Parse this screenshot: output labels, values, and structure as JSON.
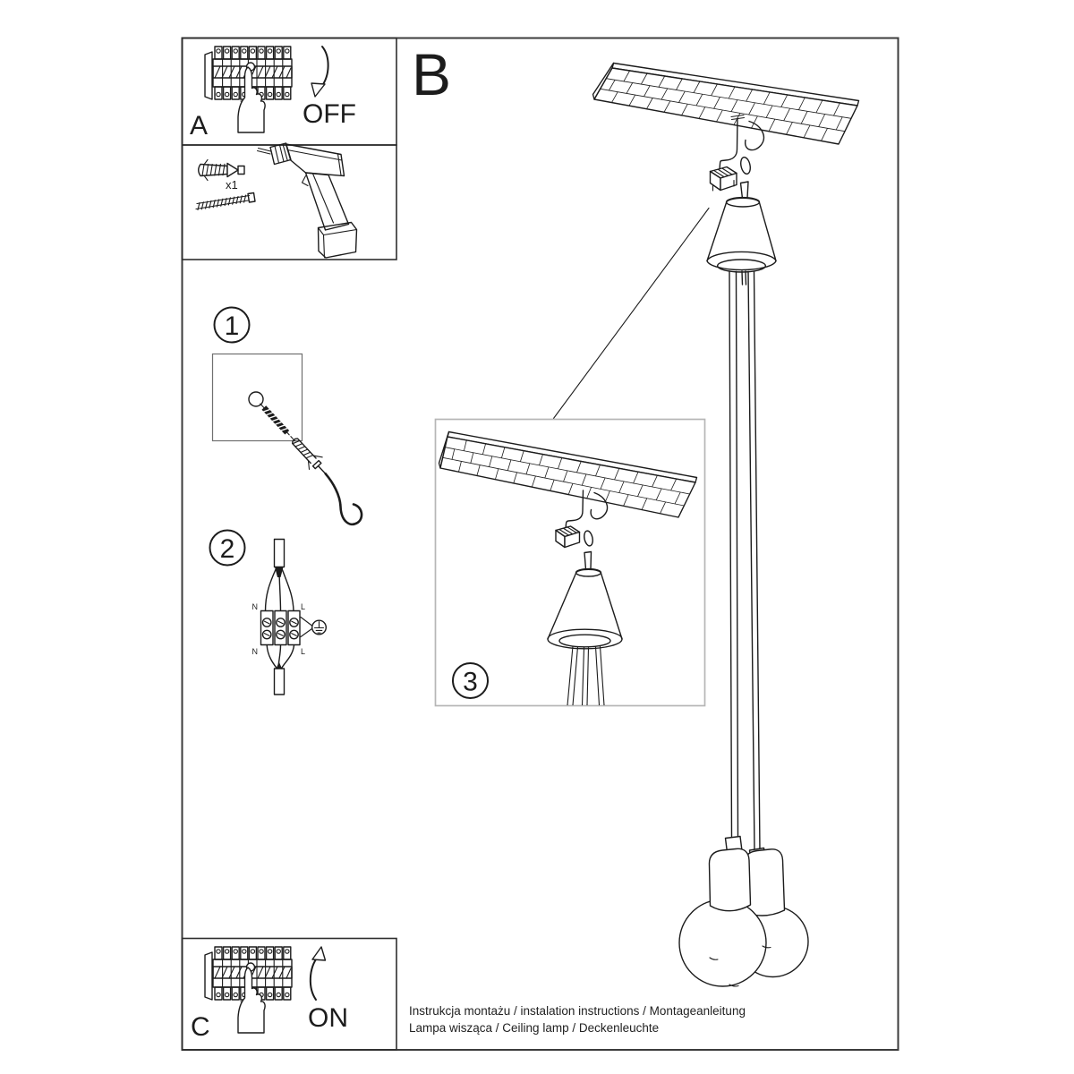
{
  "colors": {
    "ink": "#1c1c1c",
    "outer_border": "#3c3c3c",
    "inset_border": "#b6b6b6",
    "step_square_border": "#707070"
  },
  "panel_a": {
    "label": "A",
    "state": "OFF"
  },
  "tools": {
    "count": "x1"
  },
  "step1": {
    "number": "1"
  },
  "step2": {
    "number": "2",
    "labels": {
      "n_top": "N",
      "l_top": "L",
      "n_bottom": "N",
      "l_bottom": "L"
    }
  },
  "section_b": {
    "label": "B"
  },
  "detail": {
    "number": "3"
  },
  "panel_c": {
    "label": "C",
    "state": "ON"
  },
  "footer": {
    "line1": "Instrukcja montażu / instalation instructions / Montageanleitung",
    "line2": "Lampa wisząca / Ceiling lamp / Deckenleuchte"
  }
}
